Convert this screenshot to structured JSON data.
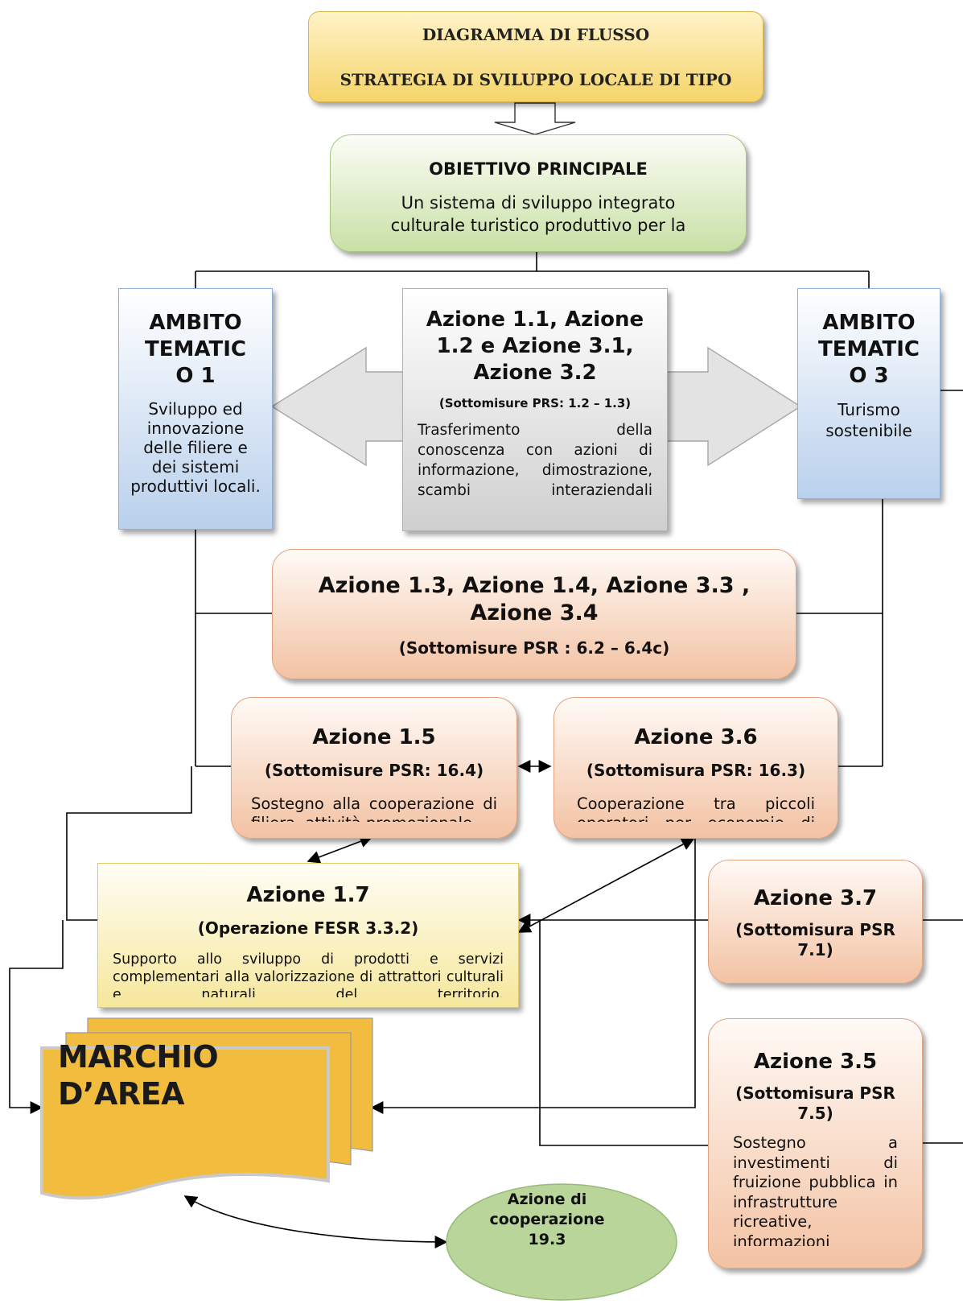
{
  "header": {
    "line1": "DIAGRAMMA DI FLUSSO",
    "line2": "STRATEGIA DI SVILUPPO LOCALE DI TIPO"
  },
  "obiettivo": {
    "title": "OBIETTIVO PRINCIPALE",
    "text": "Un sistema di sviluppo integrato culturale turistico produttivo per la"
  },
  "ambito1": {
    "title": "AMBITO TEMATIC O 1",
    "text": "Sviluppo ed innovazione delle filiere e dei sistemi produttivi locali."
  },
  "ambito3": {
    "title": "AMBITO TEMATIC O 3",
    "text": "Turismo sostenibile"
  },
  "azione_center": {
    "title": "Azione 1.1, Azione 1.2 e Azione 3.1, Azione 3.2",
    "sub": "(Sottomisure PRS: 1.2 – 1.3)",
    "text": "Trasferimento della conoscenza con azioni di informazione, dimostrazione, scambi interaziendali"
  },
  "azione_13": {
    "title": "Azione 1.3, Azione 1.4, Azione 3.3 , Azione 3.4",
    "sub": "(Sottomisure PSR : 6.2 – 6.4c)"
  },
  "azione_15": {
    "title": "Azione 1.5",
    "sub": "(Sottomisure PSR: 16.4)",
    "text": "Sostegno alla cooperazione di filiera, attività promozionale"
  },
  "azione_36": {
    "title": "Azione 3.6",
    "sub": "(Sottomisura PSR: 16.3)",
    "text": "Cooperazione tra piccoli operatori per economie di"
  },
  "azione_17": {
    "title": "Azione 1.7",
    "sub": "(Operazione FESR 3.3.2)",
    "text": "Supporto allo sviluppo di prodotti e servizi complementari alla valorizzazione di attrattori culturali e naturali del territorio."
  },
  "azione_37": {
    "title": "Azione 3.7",
    "sub": "(Sottomisura PSR 7.1)"
  },
  "azione_35": {
    "title": "Azione 3.5",
    "sub": "(Sottomisura PSR 7.5)",
    "text": "Sostegno a investimenti di fruizione pubblica in infrastrutture ricreative, informazioni"
  },
  "marchio": {
    "line1": "MARCHIO",
    "line2": "D’AREA"
  },
  "cooperazione": {
    "line1": "Azione di",
    "line2": "cooperazione",
    "line3": "19.3"
  },
  "colors": {
    "title_fill": "#f5d46a",
    "green": "#c9e0a6",
    "blue": "#b9d0ec",
    "gray": "#cfcfcf",
    "peach": "#f3c2a3",
    "yellow": "#f6e79c",
    "marchio": "#f2bd3f",
    "ellipse": "#b9d59a"
  }
}
